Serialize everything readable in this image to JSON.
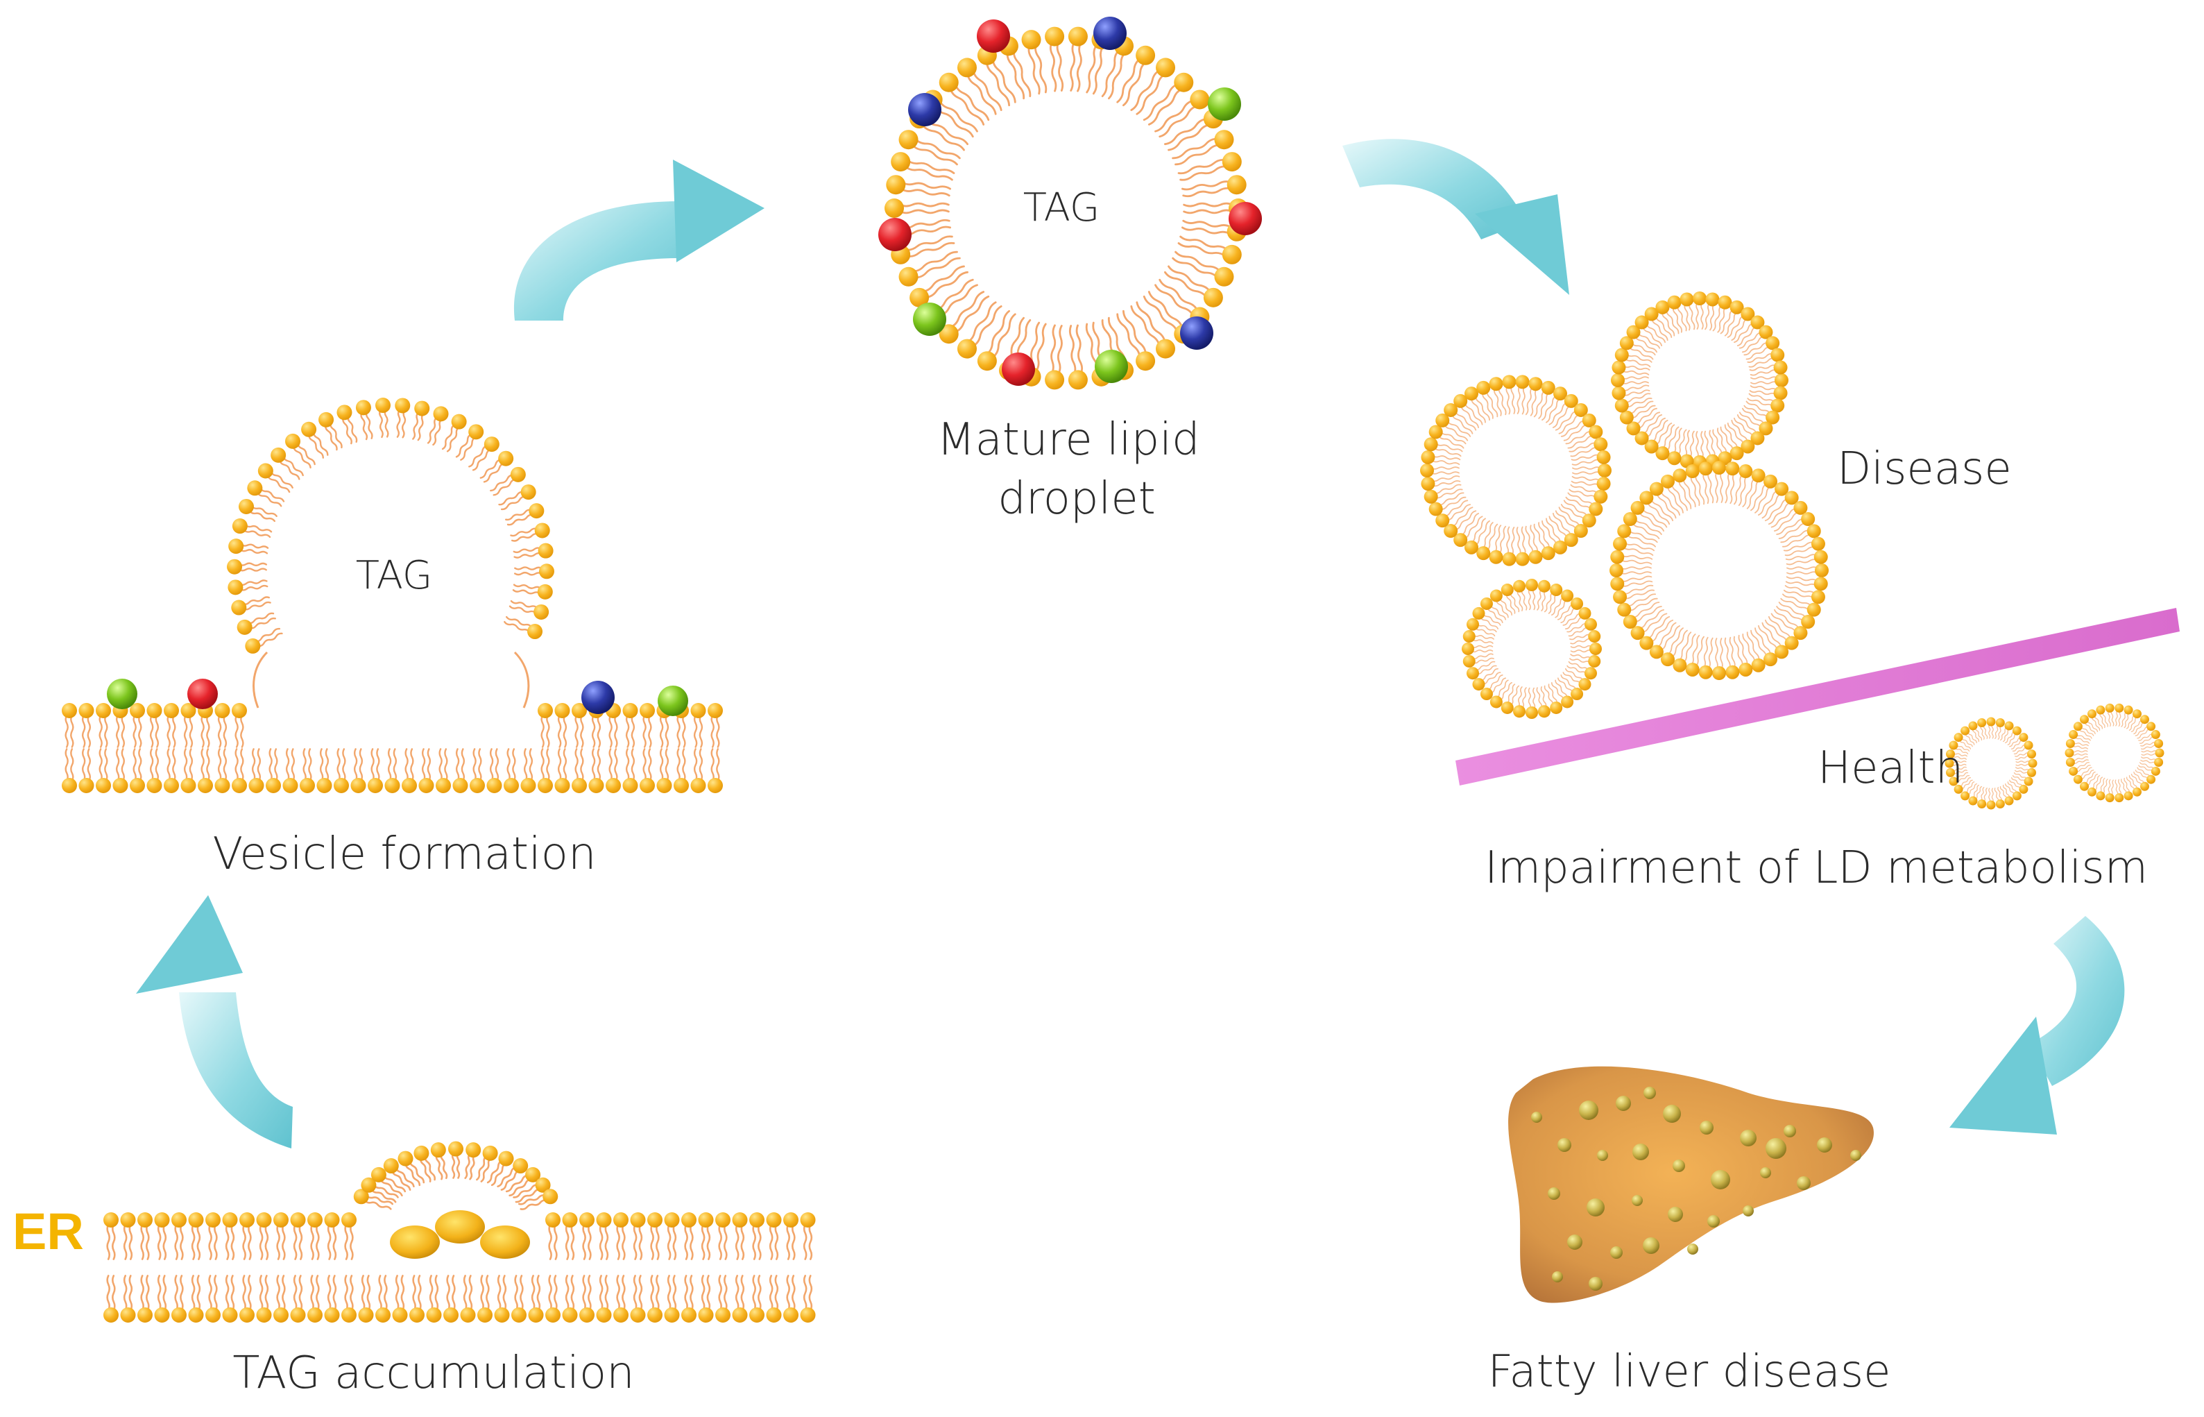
{
  "captions": {
    "tag_accumulation": "TAG accumulation",
    "vesicle_formation": "Vesicle formation",
    "mature_droplet_line1": "Mature lipid",
    "mature_droplet_line2": "droplet",
    "ld_impairment": "Impairment of LD metabolism",
    "fatty_liver": "Fatty liver disease"
  },
  "labels": {
    "er": "ER",
    "tag_vesicle": "TAG",
    "tag_droplet": "TAG",
    "disease": "Disease",
    "health": "Health"
  },
  "icons": {
    "cycle_arrows": "curved-arrow",
    "liver": "fatty-liver-organ"
  },
  "colors": {
    "lipid_head": "#f6ad1d",
    "lipid_tail": "#f2a66b",
    "arrow": "#7fd3dd",
    "divider": "#e07bd3",
    "protein_red": "#e5232b",
    "protein_blue": "#2d3aa8",
    "protein_green": "#7cc51d",
    "liver": "#d69a52"
  }
}
